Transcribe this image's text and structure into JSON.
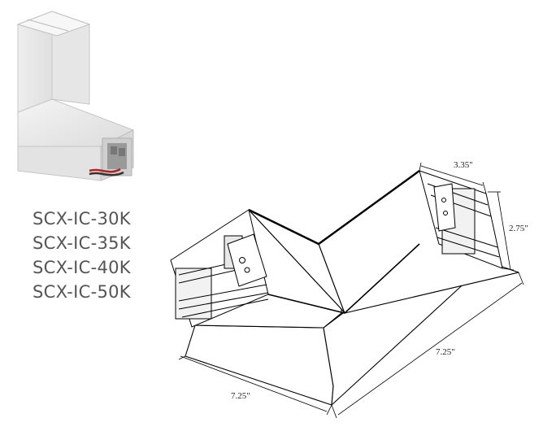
{
  "product_photo": {
    "icon": "l-corner-connector-photo"
  },
  "models": [
    "SCX-IC-30K",
    "SCX-IC-35K",
    "SCX-IC-40K",
    "SCX-IC-50K"
  ],
  "dimensions": {
    "width": "3.35\"",
    "height": "2.75\"",
    "length_right": "7.25\"",
    "length_left": "7.25\""
  }
}
